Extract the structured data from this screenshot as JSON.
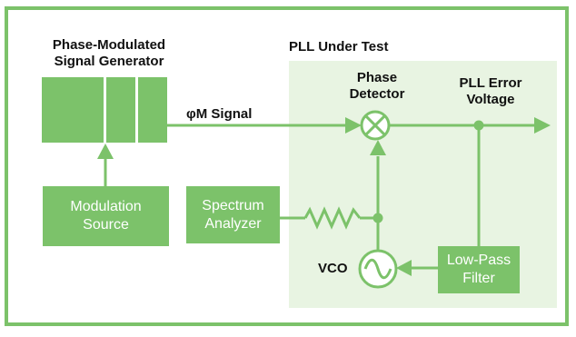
{
  "diagram": {
    "generator_title": [
      "Phase-Modulated",
      "Signal Generator"
    ],
    "pll_title": "PLL Under Test",
    "phase_detector_label": [
      "Phase",
      "Detector"
    ],
    "error_voltage_label": [
      "PLL Error",
      "Voltage"
    ],
    "signal_label": "φM Signal",
    "vco_label": "VCO",
    "modulation_source": [
      "Modulation",
      "Source"
    ],
    "spectrum_analyzer": [
      "Spectrum",
      "Analyzer"
    ],
    "low_pass_filter": [
      "Low-Pass",
      "Filter"
    ]
  },
  "colors": {
    "accent": "#7cc26a",
    "pll_background": "#e8f4e2",
    "text": "#111111"
  }
}
